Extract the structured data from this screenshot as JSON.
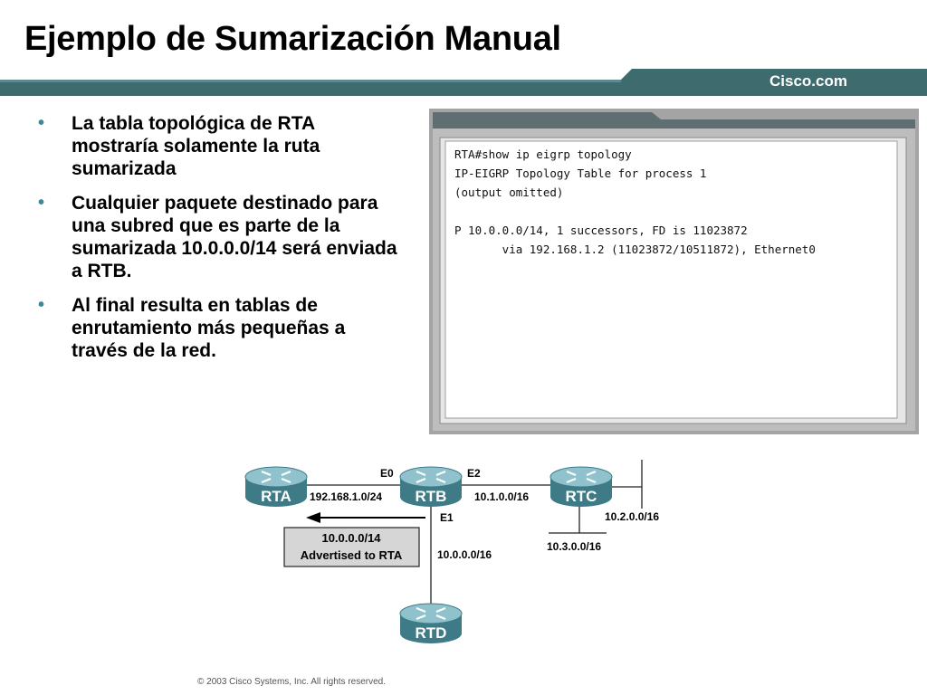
{
  "slide": {
    "title": "Ejemplo de Sumarización Manual",
    "brand": "Cisco.com",
    "copyright": "© 2003 Cisco Systems, Inc. All rights reserved."
  },
  "bullets": [
    "La tabla topológica de RTA mostraría solamente la ruta sumarizada",
    "Cualquier paquete destinado para una subred que es parte de la sumarizada 10.0.0.0/14 será enviada a RTB.",
    "Al final resulta en tablas de enrutamiento más pequeñas a través de la red."
  ],
  "terminal": {
    "lines": [
      "RTA#show ip eigrp topology",
      "IP-EIGRP Topology Table for process 1",
      "(output omitted)",
      "",
      "P 10.0.0.0/14, 1 successors, FD is 11023872",
      "       via 192.168.1.2 (11023872/10511872), Ethernet0"
    ]
  },
  "diagram": {
    "routers": {
      "rta": "RTA",
      "rtb": "RTB",
      "rtc": "RTC",
      "rtd": "RTD"
    },
    "interfaces": {
      "e0": "E0",
      "e1": "E1",
      "e2": "E2"
    },
    "networks": {
      "rta_rtb": "192.168.1.0/24",
      "rtb_rtc": "10.1.0.0/16",
      "rtb_rtd": "10.0.0.0/16",
      "rtc_lan1": "10.2.0.0/16",
      "rtc_lan2": "10.3.0.0/16"
    },
    "advert_box": {
      "line1": "10.0.0.0/14",
      "line2": "Advertised to RTA"
    }
  },
  "colors": {
    "header_band": "#3d6b6e",
    "router_body": "#3f7b86",
    "router_top": "#8fc2cc",
    "terminal_frame": "#9a9a9a",
    "advert_fill": "#d6d6d6",
    "bullet": "#3a8a9a"
  }
}
